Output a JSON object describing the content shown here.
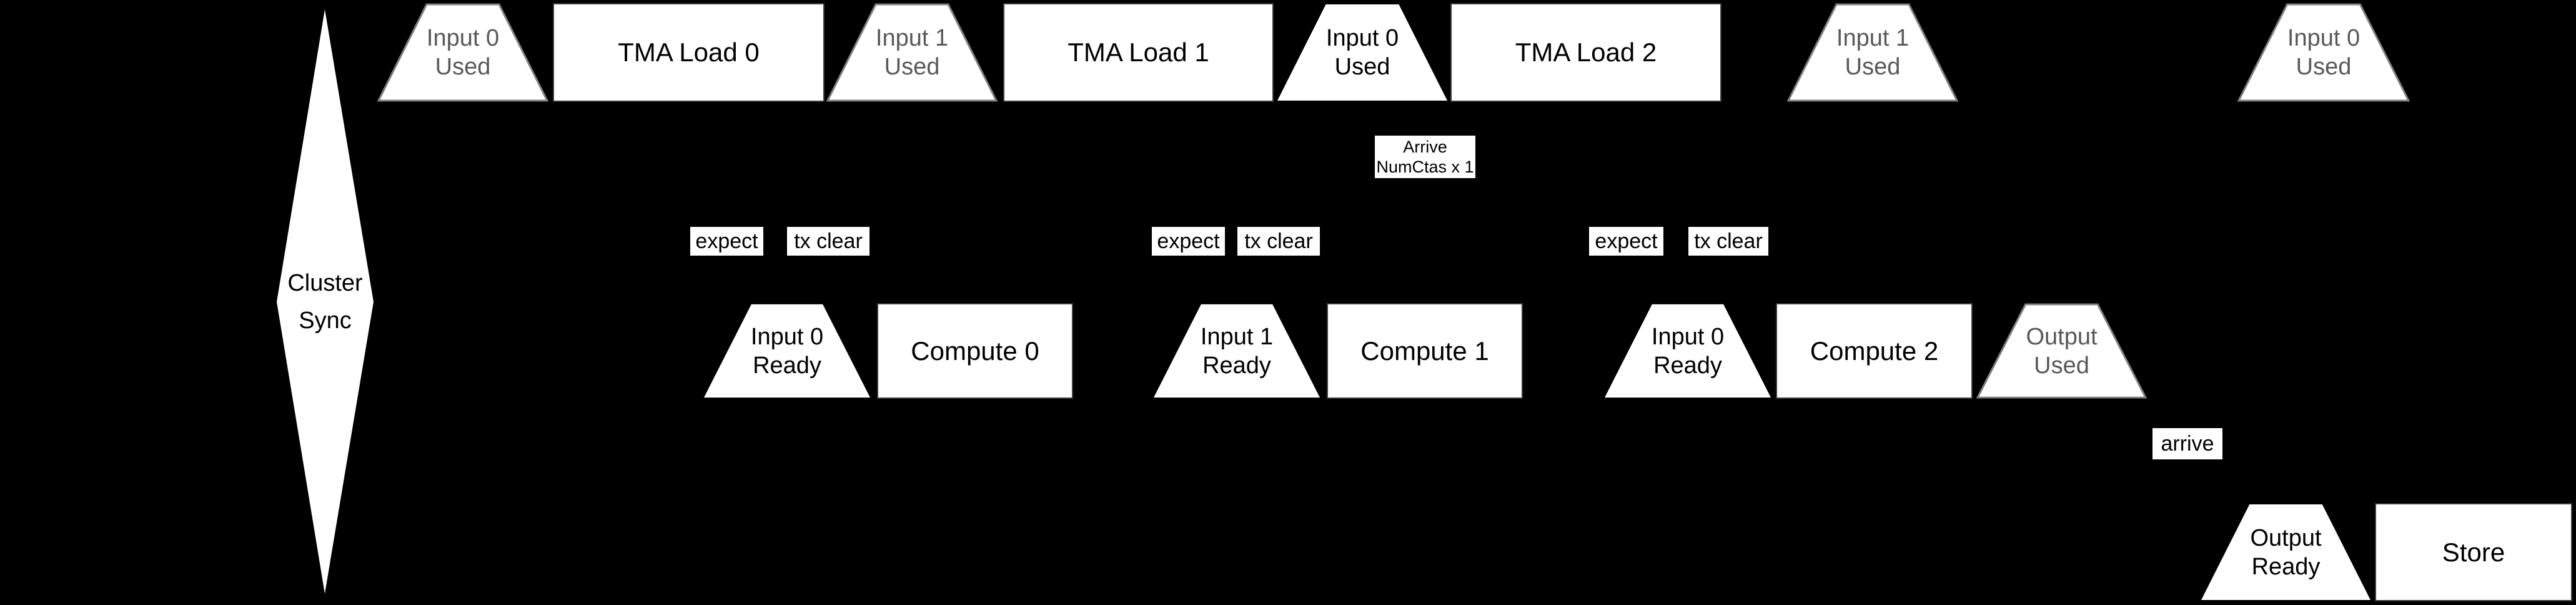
{
  "colors": {
    "background": "#000000",
    "shape_fill": "#ffffff",
    "text": "#000000",
    "muted_text": "#595959",
    "muted_border": "#808080",
    "op_border": "#3d3d3d"
  },
  "cluster_sync": {
    "line1": "Cluster",
    "line2": "Sync"
  },
  "top_row": [
    {
      "type": "barrier",
      "line1": "Input 0",
      "line2": "Used",
      "state": "used"
    },
    {
      "type": "op",
      "label": "TMA Load 0"
    },
    {
      "type": "barrier",
      "line1": "Input 1",
      "line2": "Used",
      "state": "used"
    },
    {
      "type": "op",
      "label": "TMA Load 1"
    },
    {
      "type": "barrier",
      "line1": "Input 0",
      "line2": "Used",
      "state": "active"
    },
    {
      "type": "op",
      "label": "TMA Load 2"
    },
    {
      "type": "barrier",
      "line1": "Input 1",
      "line2": "Used",
      "state": "used"
    },
    {
      "type": "barrier",
      "line1": "Input 0",
      "line2": "Used",
      "state": "used"
    }
  ],
  "arrive_box": {
    "line1": "Arrive",
    "line2": "NumCtas x 1"
  },
  "sync_ops": [
    {
      "expect": "expect",
      "tx_clear": "tx clear"
    },
    {
      "expect": "expect",
      "tx_clear": "tx clear"
    },
    {
      "expect": "expect",
      "tx_clear": "tx clear"
    }
  ],
  "compute_row": [
    {
      "type": "barrier",
      "line1": "Input 0",
      "line2": "Ready",
      "state": "ready"
    },
    {
      "type": "op",
      "label": "Compute 0"
    },
    {
      "type": "barrier",
      "line1": "Input 1",
      "line2": "Ready",
      "state": "ready"
    },
    {
      "type": "op",
      "label": "Compute 1"
    },
    {
      "type": "barrier",
      "line1": "Input 0",
      "line2": "Ready",
      "state": "ready"
    },
    {
      "type": "op",
      "label": "Compute 2"
    },
    {
      "type": "barrier",
      "line1": "Output",
      "line2": "Used",
      "state": "used"
    }
  ],
  "arrive_label": {
    "label": "arrive"
  },
  "store_row": [
    {
      "type": "barrier",
      "line1": "Output",
      "line2": "Ready",
      "state": "ready"
    },
    {
      "type": "op",
      "label": "Store"
    }
  ]
}
